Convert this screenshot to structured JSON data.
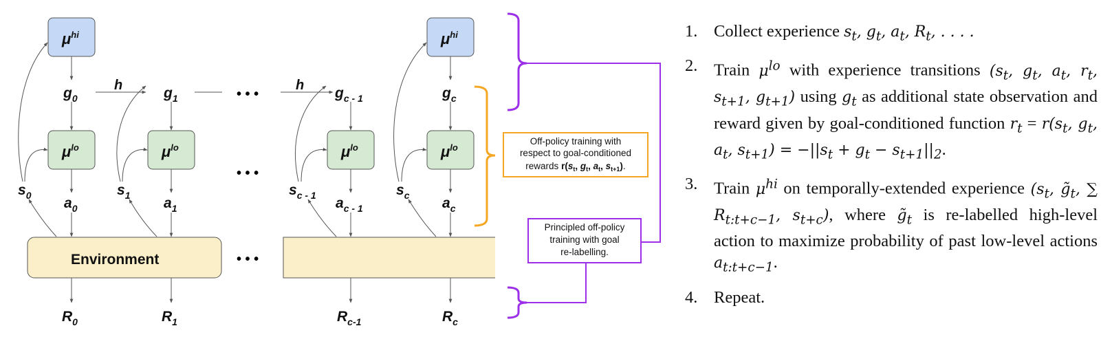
{
  "diagram": {
    "hi_label": "μ",
    "hi_sup": "hi",
    "lo_label": "μ",
    "lo_sup": "lo",
    "environment_label": "Environment",
    "transition_label": "h",
    "ellipsis": "• • •",
    "goals": [
      {
        "base": "g",
        "sub": "0"
      },
      {
        "base": "g",
        "sub": "1"
      },
      {
        "base": "g",
        "sub": "c - 1"
      },
      {
        "base": "g",
        "sub": "c"
      }
    ],
    "states": [
      {
        "base": "s",
        "sub": "0"
      },
      {
        "base": "s",
        "sub": "1"
      },
      {
        "base": "s",
        "sub": "c - 1"
      },
      {
        "base": "s",
        "sub": "c"
      }
    ],
    "actions": [
      {
        "base": "a",
        "sub": "0"
      },
      {
        "base": "a",
        "sub": "1"
      },
      {
        "base": "a",
        "sub": "c - 1"
      },
      {
        "base": "a",
        "sub": "c"
      }
    ],
    "rewards": [
      {
        "base": "R",
        "sub": "0"
      },
      {
        "base": "R",
        "sub": "1"
      },
      {
        "base": "R",
        "sub": "c-1"
      },
      {
        "base": "R",
        "sub": "c"
      }
    ],
    "offpolicy_note": {
      "line1": "Off-policy training with",
      "line2": "respect to goal-conditioned",
      "line3_prefix": "rewards ",
      "line3_formula": "r(s",
      "line3_rest": ").",
      "color": "#f5a623"
    },
    "relabel_note": {
      "line1": "Principled off-policy",
      "line2": "training with goal",
      "line3": "re-labelling.",
      "color": "#9b30e8"
    },
    "colors": {
      "hi_fill": "#c5d8f5",
      "lo_fill": "#d6ead3",
      "env_fill": "#fbefc9",
      "box_stroke": "#555555"
    }
  },
  "steps": [
    {
      "num": "1.",
      "text": "Collect experience s_t, g_t, a_t, R_t, . . . ."
    },
    {
      "num": "2.",
      "text": "Train μ^lo with experience transitions (s_t, g_t, a_t, r_t, s_{t+1}, g_{t+1}) using g_t as additional state observation and reward given by goal-conditioned function r_t = r(s_t, g_t, a_t, s_{t+1}) = −||s_t + g_t − s_{t+1}||_2."
    },
    {
      "num": "3.",
      "text": "Train μ^hi on temporally-extended experience (s_t, g̃_t, ∑ R_{t:t+c−1}, s_{t+c}), where g̃_t is re-labelled high-level action to maximize probability of past low-level actions a_{t:t+c−1}."
    },
    {
      "num": "4.",
      "text": "Repeat."
    }
  ]
}
